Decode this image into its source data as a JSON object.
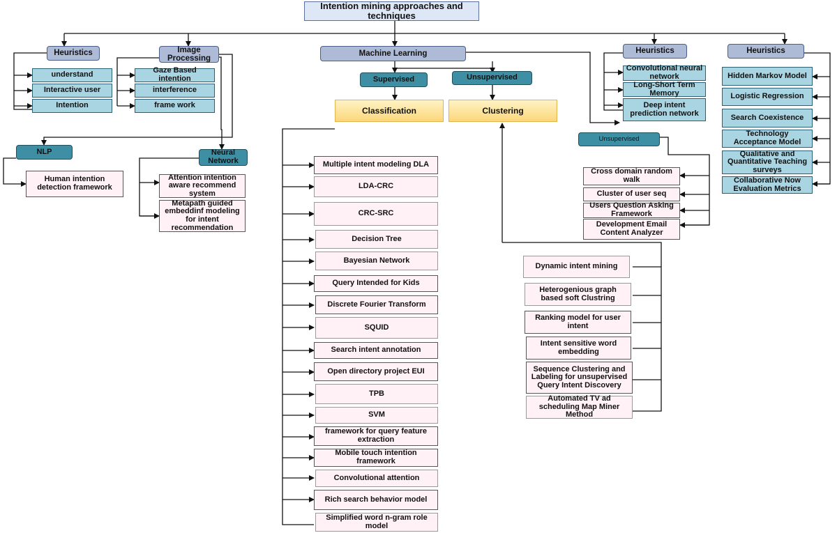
{
  "title": "Intention mining approaches and techniques",
  "branches": {
    "heuristics_1": {
      "label": "Heuristics",
      "items": [
        "understand",
        "Interactive user",
        "Intention"
      ]
    },
    "image_processing": {
      "label": "Image Processing",
      "items": [
        "Gaze Based intention",
        "interference",
        "frame work"
      ]
    },
    "nlp": {
      "label": "NLP",
      "items": [
        "Human intention detection framework"
      ]
    },
    "neural_network": {
      "label": "Neural Network",
      "items": [
        "Attention intention aware recommend system",
        "Metapath guided embeddinf modeling for intent recommendation"
      ]
    },
    "machine_learning": {
      "label": "Machine Learning",
      "supervised": {
        "label": "Supervised",
        "classification": {
          "label": "Classification",
          "items": [
            "Multiple intent modeling DLA",
            "LDA-CRC",
            "CRC-SRC",
            "Decision Tree",
            "Bayesian Network",
            "Query Intended for Kids",
            "Discrete Fourier Transform",
            "SQUID",
            "Search intent annotation",
            "Open directory project EUI",
            "TPB",
            "SVM",
            "framework for query feature extraction",
            "Mobile touch intention framework",
            "Convolutional attention",
            "Rich search behavior model",
            "Simplified word n-gram role model"
          ]
        }
      },
      "unsupervised": {
        "label": "Unsupervised",
        "clustering": {
          "label": "Clustering",
          "items": [
            "Dynamic intent mining",
            "Heterogenious graph based soft Clustring",
            "Ranking model for user intent",
            "Intent sensitive word embedding",
            "Sequence Clustering and Labeling for unsupervised Query Intent Discovery",
            "Automated TV ad scheduling Map Miner Method"
          ]
        }
      }
    },
    "heuristics_2": {
      "label": "Heuristics",
      "items": [
        "Convolutional neural network",
        "Long-Short Term Memory",
        "Deep intent prediction network"
      ]
    },
    "unsupervised_right": {
      "label": "Unsupervised",
      "items": [
        "Cross domain random walk",
        "Cluster of user seq",
        "Users Question Asking Framework",
        "Development Email Content Analyzer"
      ]
    },
    "heuristics_3": {
      "label": "Heuristics",
      "items": [
        "Hidden Markov Model",
        "Logistic Regression",
        "Search Coexistence",
        "Technology Acceptance Model",
        "Qualitative and Quantitative Teaching surveys",
        "Collaborative Now Evaluation Metrics"
      ]
    }
  },
  "colors": {
    "root_fill": "#dde7f6",
    "category_fill": "#aebbd6",
    "teal_fill": "#3e8fa3",
    "leaf_blue_fill": "#a9d4e2",
    "leaf_pink_fill": "#fff1f5",
    "classification_fill": "#fbd77a"
  }
}
